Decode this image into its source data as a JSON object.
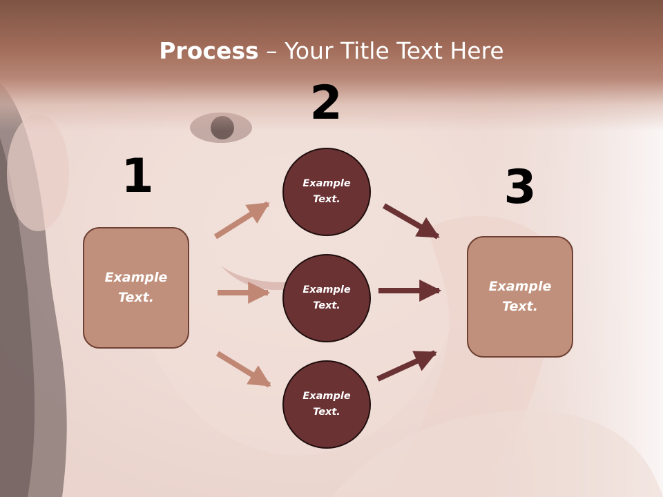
{
  "title": {
    "bold": "Process",
    "rest": " – Your Title Text Here"
  },
  "steps": [
    {
      "number": "1",
      "label": "Example Text."
    },
    {
      "number": "2",
      "circles": [
        "Example Text.",
        "Example Text.",
        "Example Text."
      ]
    },
    {
      "number": "3",
      "label": "Example Text."
    }
  ],
  "colors": {
    "header": "#a06b58",
    "box_fill": "#c0907c",
    "box_border": "#6e4134",
    "circle_fill": "#6b3234",
    "arrow_light": "#c08874",
    "arrow_dark": "#6b3234"
  }
}
